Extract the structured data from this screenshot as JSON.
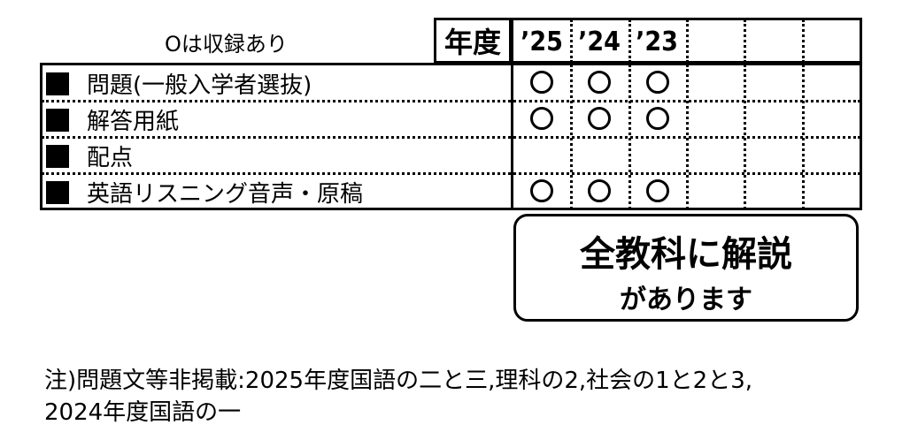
{
  "legend": "Oは収録あり",
  "nendo_label": "年度",
  "years": [
    "’25",
    "’24",
    "’23"
  ],
  "rows": [
    {
      "label": "問題(一般入学者選抜)",
      "marks": [
        true,
        true,
        true
      ]
    },
    {
      "label": "解答用紙",
      "marks": [
        true,
        true,
        true
      ]
    },
    {
      "label": "配点",
      "marks": [
        false,
        false,
        false
      ]
    },
    {
      "label": "英語リスニング音声・原稿",
      "marks": [
        true,
        true,
        true
      ]
    }
  ],
  "note": {
    "line1": "全教科に解説",
    "line2": "があります"
  },
  "footnote": {
    "line1": "注)問題文等非掲載:2025年度国語の二と三,理科の2,社会の1と2と3,",
    "line2": "2024年度国語の一"
  }
}
